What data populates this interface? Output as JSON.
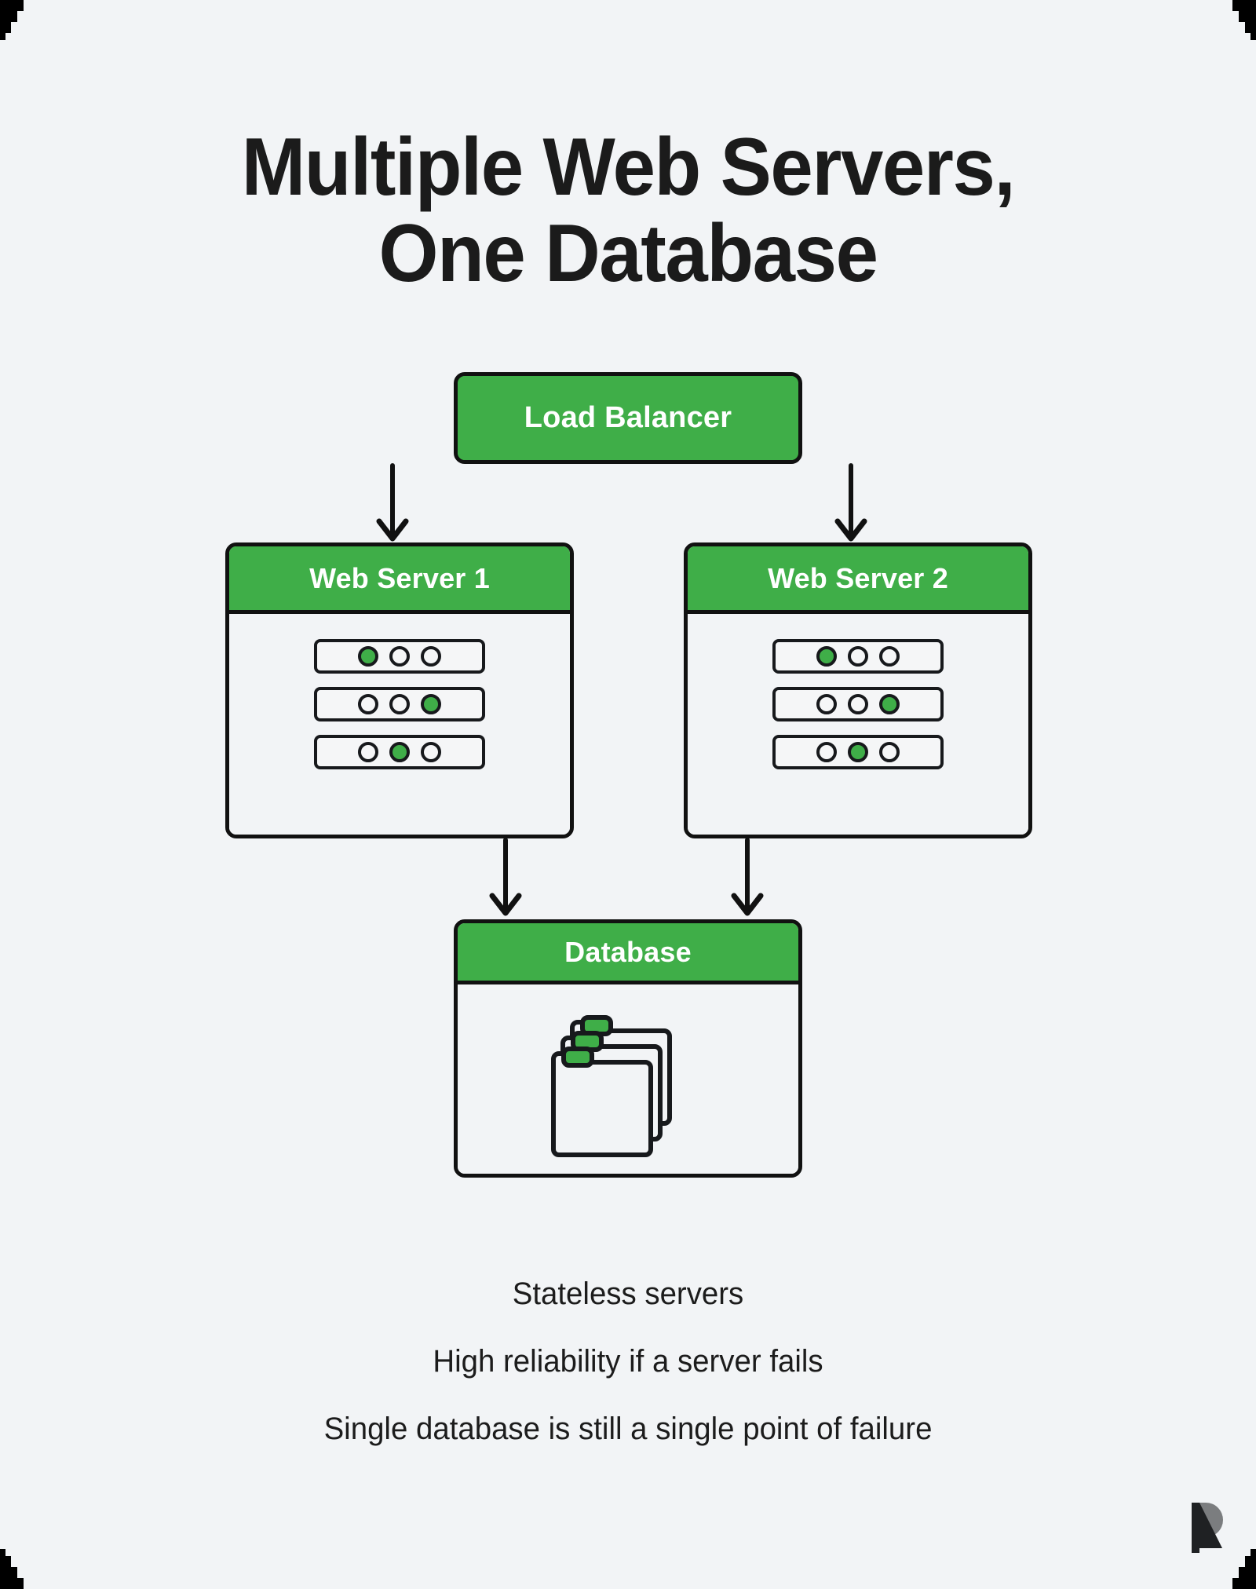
{
  "page": {
    "background_color": "#f2f4f6",
    "accent_green": "#3fae48",
    "ink": "#111111",
    "text_color": "#1a1a1a"
  },
  "title": {
    "text": "Multiple Web Servers,\nOne Database",
    "line_1": "Multiple Web Servers,",
    "line_2": "One Database"
  },
  "diagram": {
    "type": "architecture-flow",
    "load_balancer": {
      "label": "Load Balancer"
    },
    "web_servers": [
      {
        "label": "Web Server 1",
        "rack_rows": [
          {
            "leds": [
              true,
              false,
              false
            ]
          },
          {
            "leds": [
              false,
              false,
              true
            ]
          },
          {
            "leds": [
              false,
              true,
              false
            ]
          }
        ]
      },
      {
        "label": "Web Server 2",
        "rack_rows": [
          {
            "leds": [
              true,
              false,
              false
            ]
          },
          {
            "leds": [
              false,
              false,
              true
            ]
          },
          {
            "leds": [
              false,
              true,
              false
            ]
          }
        ]
      }
    ],
    "database": {
      "label": "Database",
      "icon": "folder-stack-icon",
      "folder_count": 3
    },
    "connections": [
      {
        "from": "Load Balancer",
        "to": "Web Server 1",
        "style": "arrow-down"
      },
      {
        "from": "Load Balancer",
        "to": "Web Server 2",
        "style": "arrow-down"
      },
      {
        "from": "Web Server 1",
        "to": "Database",
        "style": "arrow-down"
      },
      {
        "from": "Web Server 2",
        "to": "Database",
        "style": "arrow-down"
      }
    ]
  },
  "captions": [
    "Stateless servers",
    "High reliability if a server fails",
    "Single database is still a single point of failure"
  ],
  "logo": {
    "name": "roadmap-r-logo",
    "letter": "R",
    "dark_color": "#1f2123",
    "light_color": "#7b7d7f"
  }
}
